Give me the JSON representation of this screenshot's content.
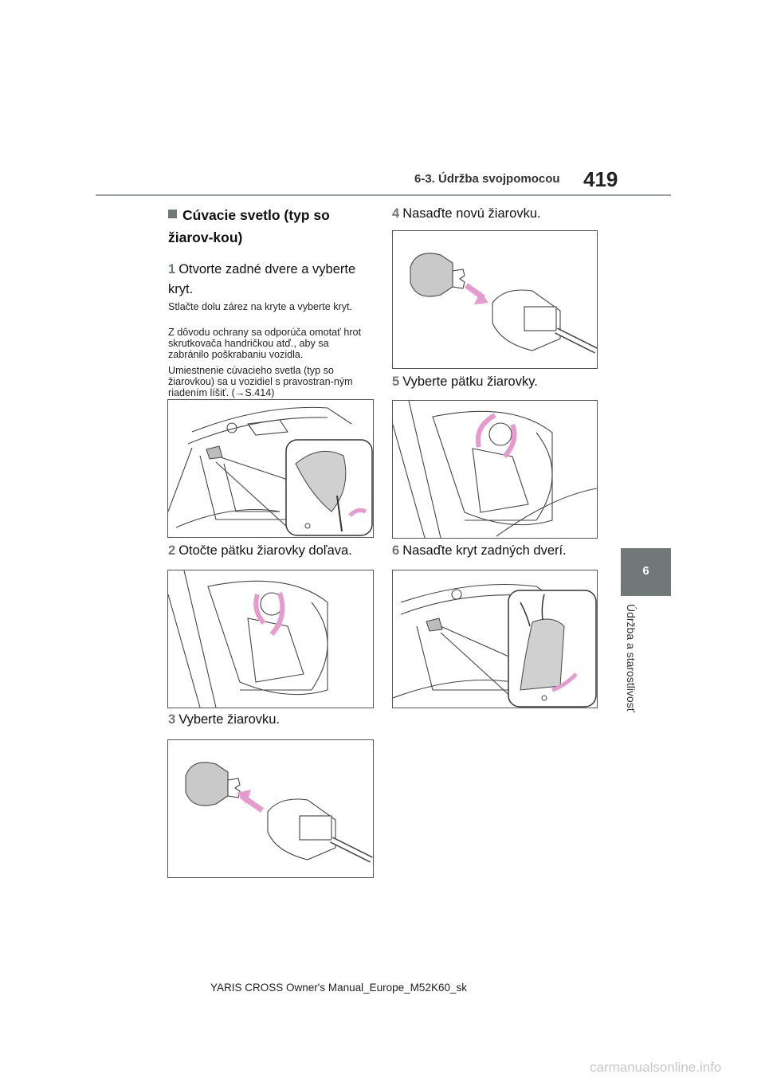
{
  "header": {
    "section": "6-3. Údržba svojpomocou",
    "page_number": "419"
  },
  "chapter": {
    "number": "6",
    "title": "Údržba a starostlivosť"
  },
  "section_title": "Cúvacie svetlo (typ so žiarov-kou)",
  "steps": [
    {
      "num": "1",
      "text": "Otvorte zadné dvere a vyberte kryt."
    },
    {
      "num": "2",
      "text": "Otočte pätku žiarovky doľava."
    },
    {
      "num": "3",
      "text": "Vyberte žiarovku."
    },
    {
      "num": "4",
      "text": "Nasaďte novú žiarovku."
    },
    {
      "num": "5",
      "text": "Vyberte pätku žiarovky."
    },
    {
      "num": "6",
      "text": "Nasaďte kryt zadných dverí."
    }
  ],
  "notes": [
    "Stlačte dolu zárez na kryte a vyberte kryt.",
    "Z dôvodu ochrany sa odporúča omotať hrot skrutkovača handričkou atď., aby sa zabránilo poškrabaniu vozidla.",
    "Umiestnenie cúvacieho svetla (typ so žiarovkou) sa u vozidiel s pravostran-ným riadením líšiť. (→S.414)"
  ],
  "footer": "YARIS CROSS Owner's Manual_Europe_M52K60_sk",
  "watermark": "carmanualsonline.info",
  "colors": {
    "accent_gray": "#707977",
    "arrow_pink": "#e79ad0",
    "line": "#444444"
  }
}
